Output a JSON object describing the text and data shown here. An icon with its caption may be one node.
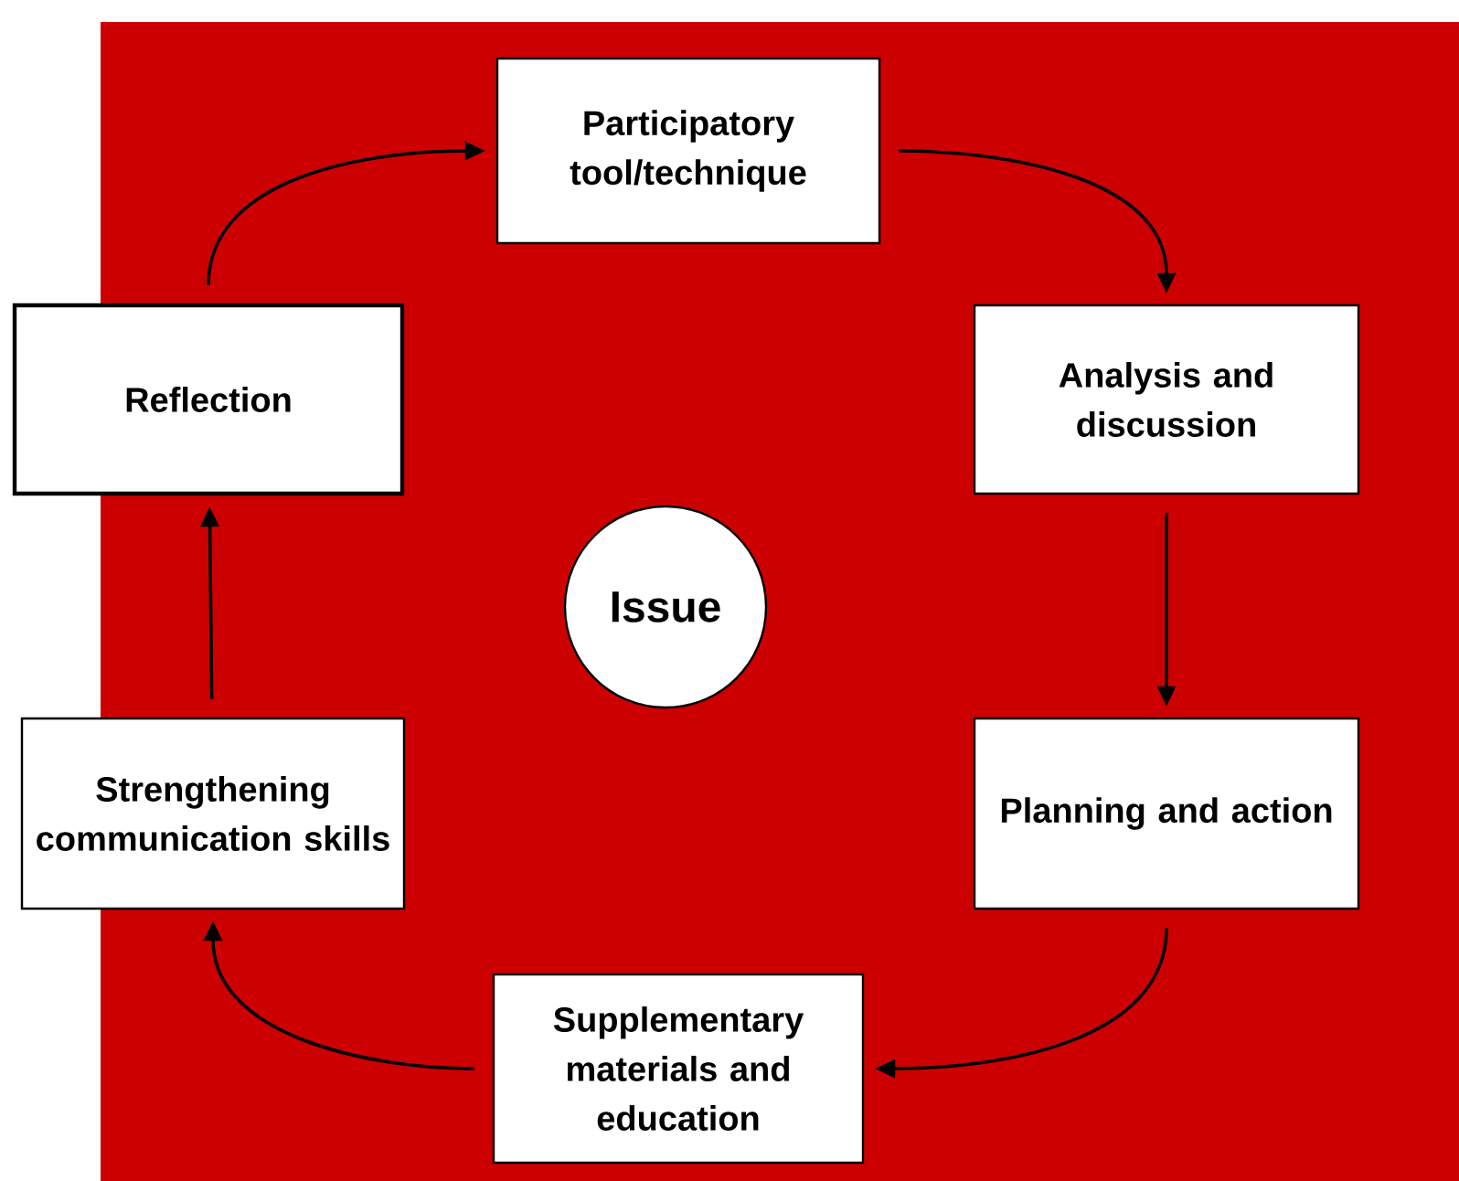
{
  "diagram": {
    "nodes": [
      {
        "text": [
          "Participatory tool/technique"
        ]
      },
      {
        "text": [
          "Analysis and discussion"
        ]
      },
      {
        "text": [
          "Planning and action"
        ]
      },
      {
        "text": [
          "Supplementary materials and education"
        ]
      },
      {
        "text": [
          "Strengthening communication skills"
        ]
      },
      {
        "text": [
          "Reflection"
        ]
      },
      {
        "text": [
          "Issue"
        ]
      }
    ],
    "edges": [
      {
        "from": 5,
        "to": 0,
        "arrow": "to"
      },
      {
        "from": 0,
        "to": 1,
        "arrow": "to"
      },
      {
        "from": 1,
        "to": 2,
        "arrow": "to"
      },
      {
        "from": 2,
        "to": 3,
        "arrow": "to"
      },
      {
        "from": 3,
        "to": 4,
        "arrow": "to"
      },
      {
        "from": 4,
        "to": 5,
        "arrow": "to"
      }
    ]
  }
}
